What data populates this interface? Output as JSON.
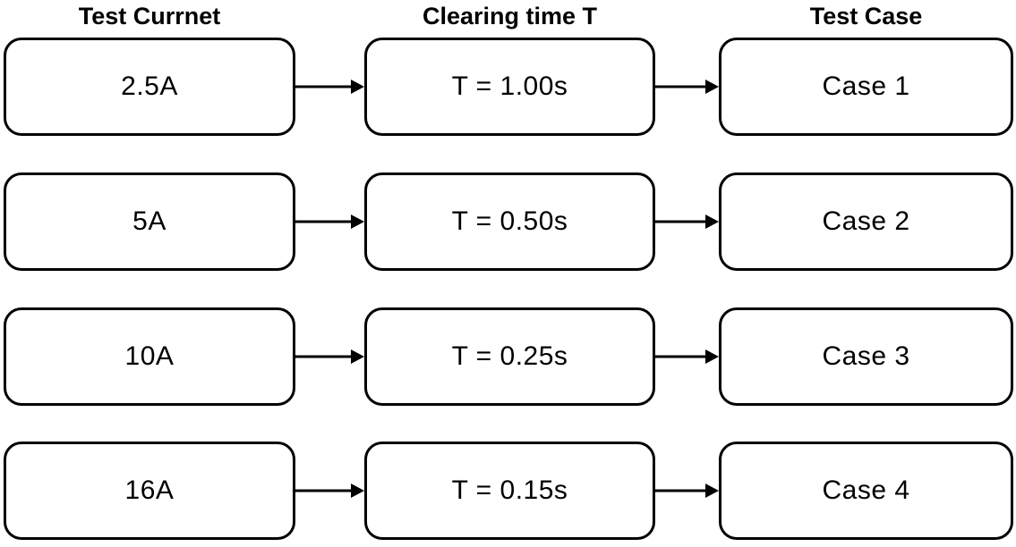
{
  "diagram": {
    "columns": [
      {
        "header": "Test Currnet"
      },
      {
        "header": "Clearing time T"
      },
      {
        "header": "Test Case"
      }
    ],
    "rows": [
      {
        "current": "2.5A",
        "clearing_time": "T = 1.00s",
        "case": "Case 1"
      },
      {
        "current": "5A",
        "clearing_time": "T = 0.50s",
        "case": "Case 2"
      },
      {
        "current": "10A",
        "clearing_time": "T = 0.25s",
        "case": "Case 3"
      },
      {
        "current": "16A",
        "clearing_time": "T = 0.15s",
        "case": "Case 4"
      }
    ],
    "colors": {
      "border": "#000000",
      "background": "#ffffff",
      "text": "#000000"
    }
  }
}
